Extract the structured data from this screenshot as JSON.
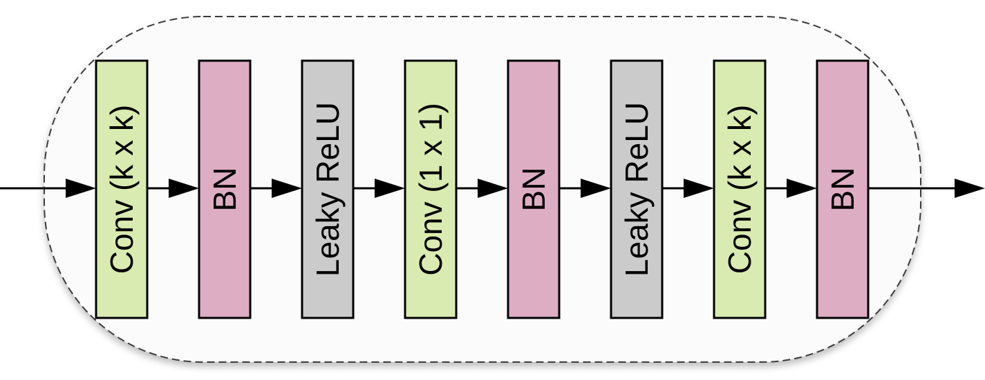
{
  "blocks": [
    {
      "label": "Conv (k x k)",
      "kind": "conv"
    },
    {
      "label": "BN",
      "kind": "bn"
    },
    {
      "label": "Leaky ReLU",
      "kind": "act"
    },
    {
      "label": "Conv (1 x 1)",
      "kind": "conv"
    },
    {
      "label": "BN",
      "kind": "bn"
    },
    {
      "label": "Leaky ReLU",
      "kind": "act"
    },
    {
      "label": "Conv (k x k)",
      "kind": "conv"
    },
    {
      "label": "BN",
      "kind": "bn"
    }
  ],
  "colors": {
    "conv": "#d9ebb0",
    "bn": "#ddadc4",
    "act": "#cbcbcb",
    "stroke": "#000000",
    "container_fill": "#fbfbfb",
    "container_stroke": "#3a3a3a"
  }
}
